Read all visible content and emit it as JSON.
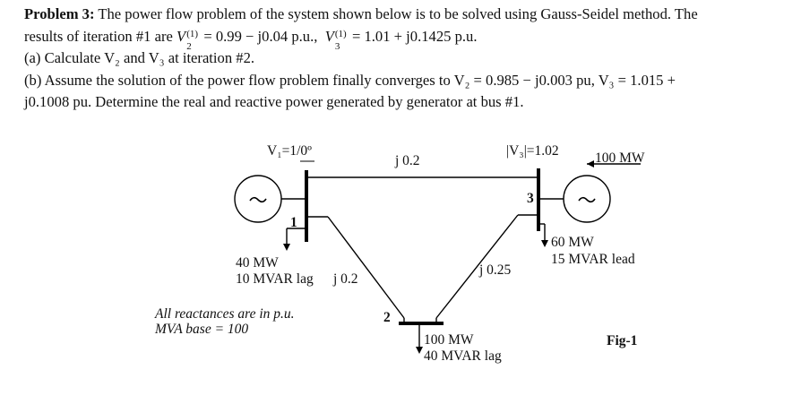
{
  "problem": {
    "title": "Problem 3:",
    "intro": "The power flow problem of the system shown below is to be solved using Gauss-Seidel method. The",
    "iter_prefix": "results of iteration #1 are",
    "iter_v2": "= 0.99 − j0.04 p.u.,",
    "iter_v3": "= 1.01 + j0.1425 p.u.",
    "part_a": "(a) Calculate V₂ and V₃ at iteration #2.",
    "part_b_1": "(b) Assume the solution of the power flow problem finally converges to V₂ = 0.985 − j0.003 pu,   V₃ = 1.015 +",
    "part_b_2": "j0.1008 pu. Determine the real and reactive power generated by generator at bus #1.",
    "v_symbol": "V",
    "sup": "(1)",
    "sub2": "2",
    "sub3": "3"
  },
  "diagram": {
    "bus1_voltage": "V₁=1/0º",
    "bus3_voltage": "|V₃|=1.02",
    "bus1_label": "1",
    "bus2_label": "2",
    "bus3_label": "3",
    "gen_symbol": "~",
    "line_12": "j 0.2",
    "line_13": "j 0.2",
    "line_23": "j 0.25",
    "gen3_output": "100 MW",
    "load1_p": "40 MW",
    "load1_q": "10 MVAR lag",
    "load3_p": "60 MW",
    "load3_q": "15 MVAR lead",
    "load2_p": "100 MW",
    "load2_q": "40 MVAR lag",
    "note_1": "All reactances are in p.u.",
    "note_2": "MVA base = 100",
    "fig_label": "Fig-1"
  }
}
